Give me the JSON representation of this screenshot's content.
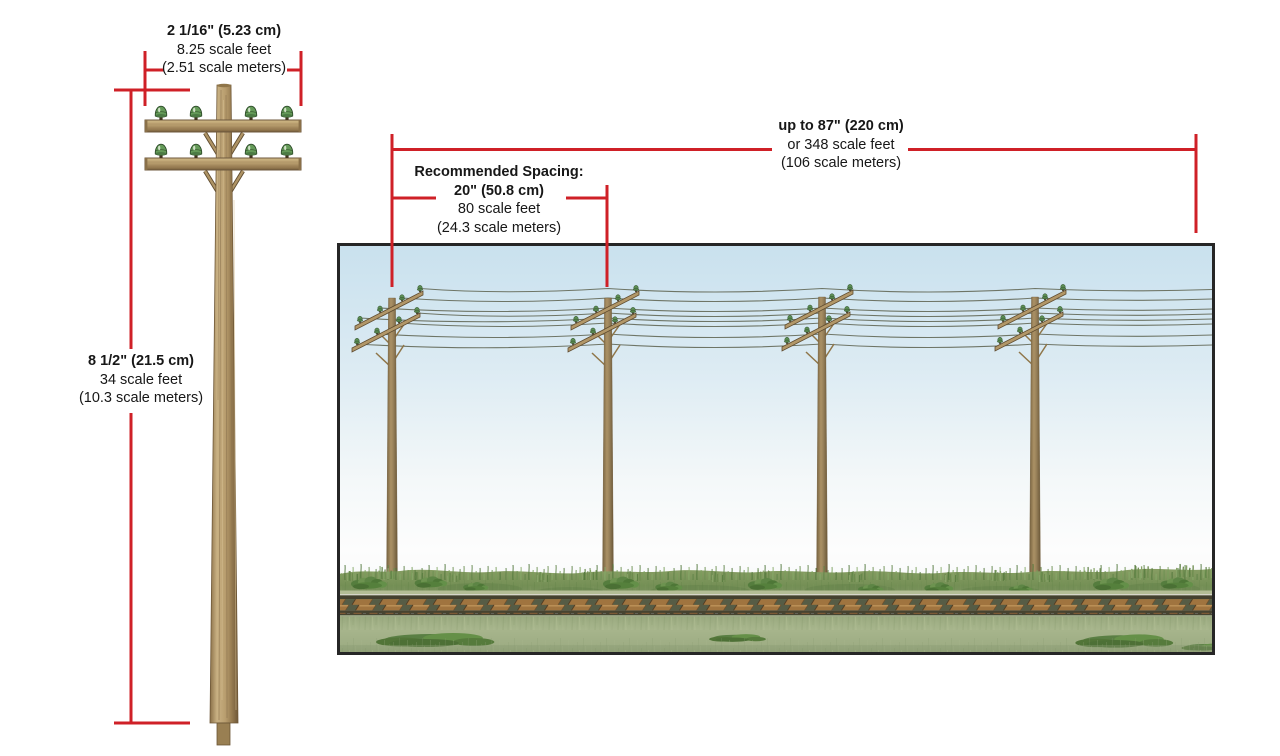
{
  "title": "Telephone pole scale dimensions diagram",
  "colors": {
    "dimension_red": "#cf2027",
    "text": "#171717",
    "box_border": "#262626",
    "wood": "#b3986a",
    "insulator_green": "#5d8f55",
    "wire_gray": "#6e7566",
    "sky_blue": "#c6e0ee",
    "grass_green": "#7d9a5e",
    "tie_brown": "#9b6f3e"
  },
  "dimensions": {
    "crossarm_width": {
      "line1": "2 1/16\" (5.23 cm)",
      "line2": "8.25 scale feet",
      "line3": "(2.51 scale meters)"
    },
    "pole_height": {
      "line1": "8 1/2\" (21.5 cm)",
      "line2": "34 scale feet",
      "line3": "(10.3 scale meters)"
    },
    "recommended_spacing": {
      "line1": "Recommended Spacing:",
      "line2": "20\" (50.8 cm)",
      "line3": "80 scale feet",
      "line4": "(24.3 scale meters)"
    },
    "total_span": {
      "line1": "up to 87\" (220 cm)",
      "line2": "or 348 scale feet",
      "line3": "(106 scale meters)"
    }
  }
}
